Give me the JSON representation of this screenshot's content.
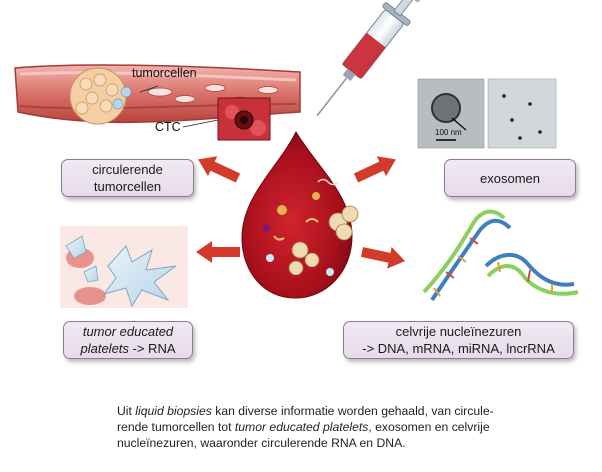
{
  "labels": {
    "tumorcellen": "tumorcellen",
    "ctc": "CTC",
    "scale_bar": "100 nm"
  },
  "boxes": {
    "ctc": {
      "line1": "circulerende",
      "line2": "tumorcellen"
    },
    "exosomes": {
      "line1": "exosomen"
    },
    "platelets": {
      "line1": "tumor educated",
      "line2_em": "platelets",
      "line2_rest": " -> RNA"
    },
    "nucleic": {
      "line1": "celvrije nucleïnezuren",
      "line2": "-> DNA, mRNA, miRNA, lncrRNA"
    }
  },
  "caption": {
    "l1_a": "Uit ",
    "l1_em": "liquid biopsies",
    "l1_b": " kan diverse informatie worden gehaald, van circule-",
    "l2_a": "rende tumorcellen tot ",
    "l2_em": "tumor educated platelets",
    "l2_b": ", exosomen en celvrije",
    "l3": "nucleïnezuren, waaronder circulerende RNA en DNA."
  },
  "colors": {
    "blood": "#b3121f",
    "arrow": "#d23a2a",
    "box_border": "#8e7a94",
    "box_fill": "#ebe1ed"
  }
}
